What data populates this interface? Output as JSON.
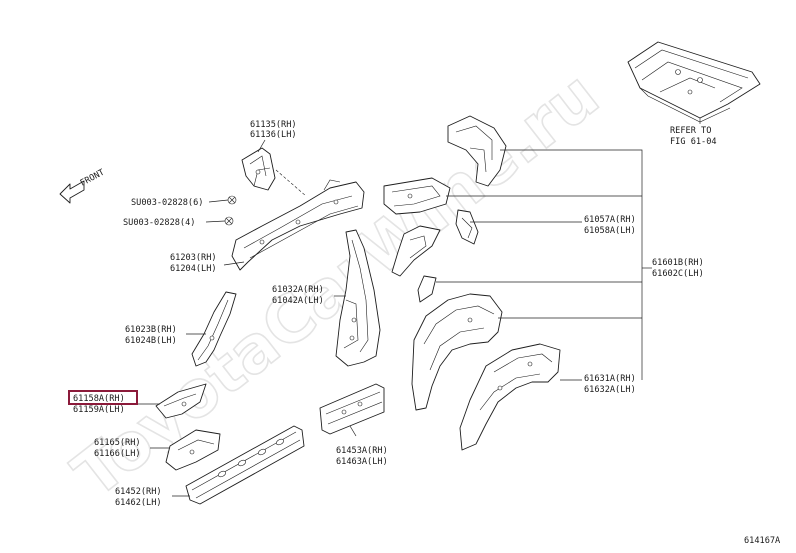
{
  "watermark": "ToyotaCarWine.ru",
  "figure_id": "614167A",
  "front_marker": "FRONT",
  "refer_note": {
    "line1": "REFER TO",
    "line2": "FIG 61-04"
  },
  "highlight_color": "#8b1a3a",
  "callouts": {
    "p61135": {
      "rh": "61135(RH)",
      "lh": "61136(LH)"
    },
    "su6": "SU003-02828(6)",
    "su4": "SU003-02828(4)",
    "p61203": {
      "rh": "61203(RH)",
      "lh": "61204(LH)"
    },
    "p61032": {
      "rh": "61032A(RH)",
      "lh": "61042A(LH)"
    },
    "p61023": {
      "rh": "61023B(RH)",
      "lh": "61024B(LH)"
    },
    "p61158": {
      "rh": "61158A(RH)",
      "lh": "61159A(LH)"
    },
    "p61165": {
      "rh": "61165(RH)",
      "lh": "61166(LH)"
    },
    "p61452": {
      "rh": "61452(RH)",
      "lh": "61462(LH)"
    },
    "p61453": {
      "rh": "61453A(RH)",
      "lh": "61463A(LH)"
    },
    "p61057": {
      "rh": "61057A(RH)",
      "lh": "61058A(LH)"
    },
    "p61601": {
      "rh": "61601B(RH)",
      "lh": "61602C(LH)"
    },
    "p61631": {
      "rh": "61631A(RH)",
      "lh": "61632A(LH)"
    }
  }
}
